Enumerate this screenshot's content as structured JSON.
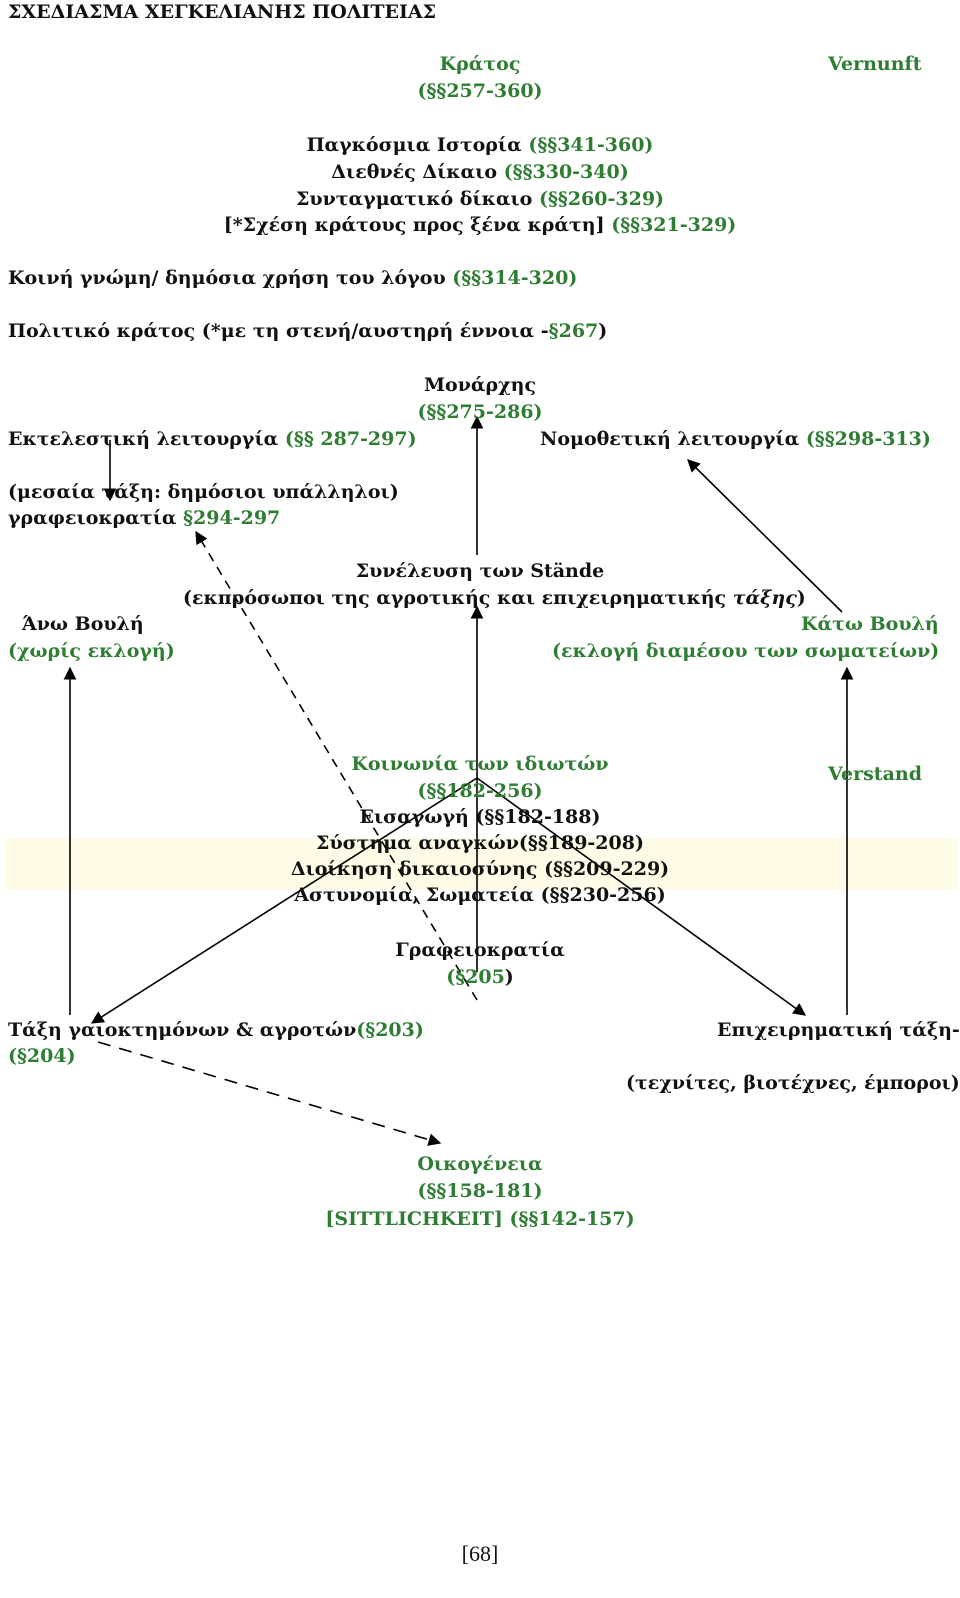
{
  "title": "ΣΧΕΔΙΑΣΜΑ ΧΕΓΚΕΛΙΑΝΗΣ ΠΟΛΙΤΕΙΑΣ",
  "vernunft": "Vernunft",
  "verstand": "Verstand",
  "state": {
    "name": "Κράτος",
    "sections": "(§§257-360)"
  },
  "state_parts": [
    {
      "text": "Παγκόσμια Ιστορία ",
      "ref": "(§§341-360)"
    },
    {
      "text": "Διεθνές Δίκαιο ",
      "ref": "(§§330-340)"
    },
    {
      "text": "Συνταγματικό δίκαιο ",
      "ref": "(§§260-329)"
    },
    {
      "text": "[*Σχέση κράτους προς ξένα κράτη] ",
      "ref": "(§§321-329)"
    }
  ],
  "public_opinion": {
    "text": "Κοινή γνώμη/ δημόσια χρήση του λόγου ",
    "ref": "(§§314-320)"
  },
  "political_state": {
    "text1": "Πολιτικό κράτος (*με τη στενή/αυστηρή έννοια -",
    "ref": "§267",
    "text2": ")"
  },
  "monarch": {
    "name": "Μονάρχης",
    "ref": "(§§275-286)"
  },
  "executive": {
    "text": "Εκτελεστική λειτουργία ",
    "ref": "(§§ 287-297)"
  },
  "legislative": {
    "text": "Νομοθετική λειτουργία ",
    "ref": "(§§298-313)"
  },
  "middle_class": {
    "line1": "(μεσαία τάξη: δημόσιοι υπάλληλοι)",
    "line2": "γραφειοκρατία ",
    "ref": "§294-297"
  },
  "estates": {
    "line1": "Συνέλευση των Stände",
    "line2a": "(εκπρόσωποι της αγροτικής και επιχειρηματικής ",
    "line2b": "τάξης",
    "line2c": ")"
  },
  "upper_house": {
    "name": "Άνω Βουλή",
    "note": "(χωρίς εκλογή)"
  },
  "lower_house": {
    "name": "Κάτω Βουλή",
    "note": "(εκλογή διαμέσου των  σωματείων)"
  },
  "civil_society": {
    "name": "Κοινωνία των ιδιωτών",
    "ref": "(§§182-256)",
    "items": [
      {
        "text": "Εισαγωγή ",
        "ref": "(§§182-188)"
      },
      {
        "text": "Σύστημα αναγκών",
        "ref": "(§§189-208)"
      },
      {
        "text": "Διοίκηση δικαιοσύνης ",
        "ref": "(§§209-229)"
      },
      {
        "text": "Αστυνομία, Σωματεία ",
        "ref": "(§§230-256)"
      }
    ]
  },
  "bureaucracy": {
    "name": "Γραφειοκρατία",
    "ref_open": "(",
    "ref": "§205",
    "ref_close": ")"
  },
  "agrarian": {
    "text": "Τάξη γαιοκτημόνων & αγροτών",
    "ref": "(§203)",
    "ref2": "(§204)"
  },
  "business": {
    "name": "Επιχειρηματική τάξη-",
    "note": "(τεχνίτες, βιοτέχνες, έμποροι)"
  },
  "family": {
    "name": "Οικογένεια",
    "ref": "(§§158-181)",
    "sittlichkeit": "[SITTLICHKEIT] ",
    "ref2": "(§§142-157)"
  },
  "page_number": "[68]",
  "colors": {
    "green": "#2e7d32",
    "text": "#111111"
  }
}
